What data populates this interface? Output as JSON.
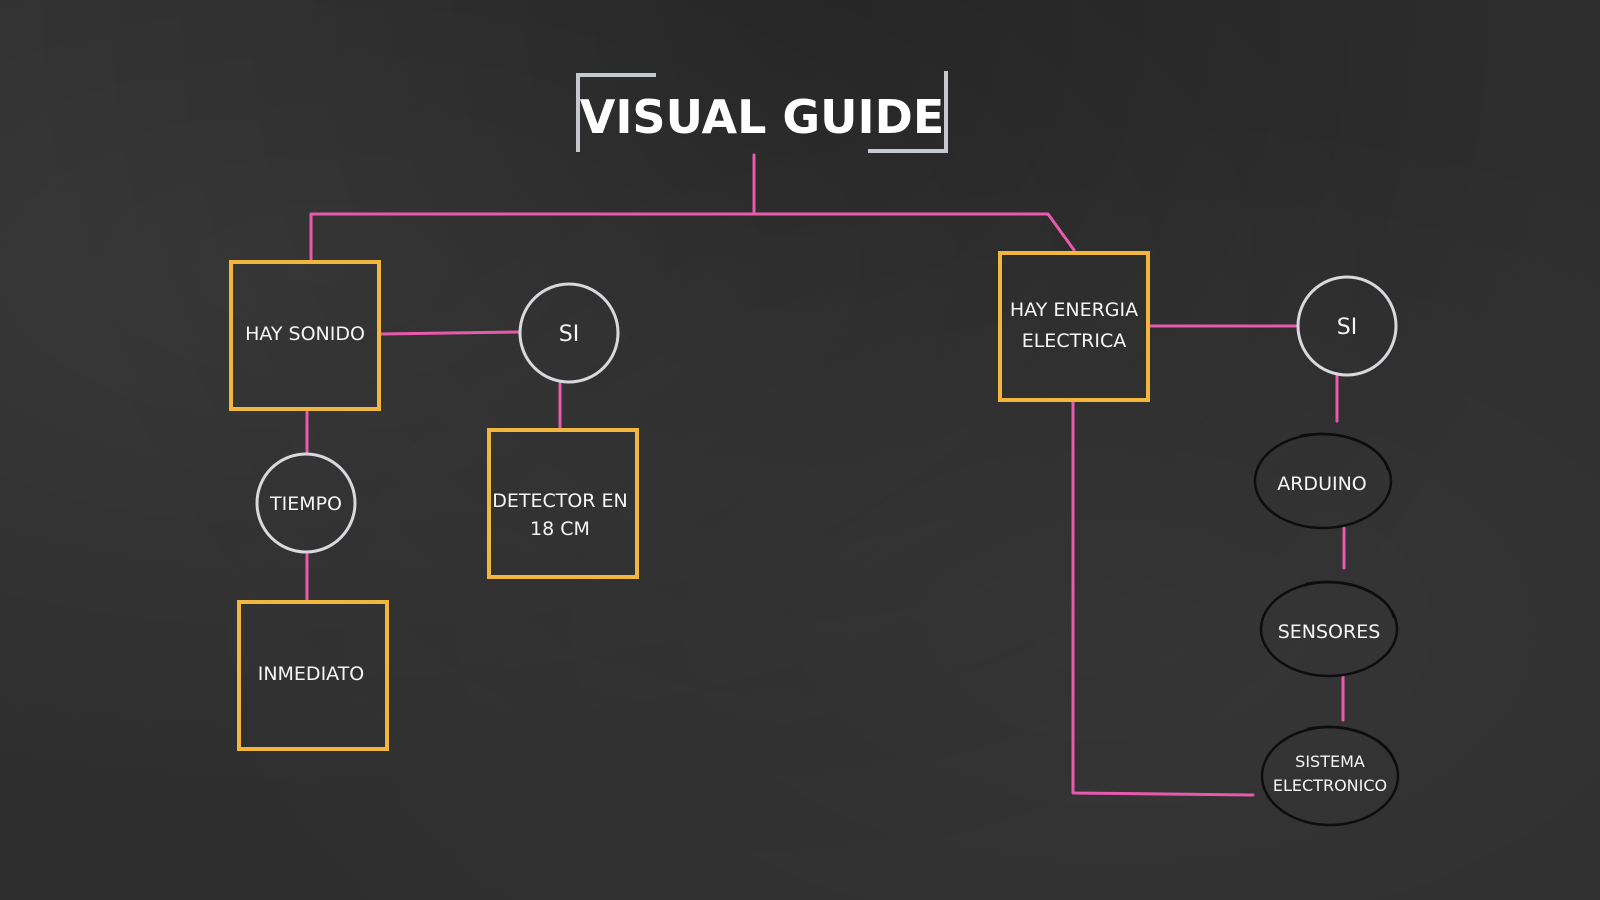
{
  "title": "VISUAL GUIDE",
  "nodes": {
    "hay_sonido": "HAY SONIDO",
    "si_left": "SI",
    "tiempo": "TIEMPO",
    "detector_line1": "DETECTOR EN",
    "detector_line2": "18 CM",
    "inmediato": "INMEDIATO",
    "hay_energia_line1": "HAY ENERGIA",
    "hay_energia_line2": "ELECTRICA",
    "si_right": "SI",
    "arduino": "ARDUINO",
    "sensores": "SENSORES",
    "sistema_line1": "SISTEMA",
    "sistema_line2": "ELECTRONICO"
  },
  "colors": {
    "background": "#2e2e2e",
    "connector": "#e85aad",
    "box_border": "#f2b53e",
    "circle_border": "#d7d9dc",
    "oval_border": "#0d0d0d",
    "text": "#f5f5f5"
  }
}
